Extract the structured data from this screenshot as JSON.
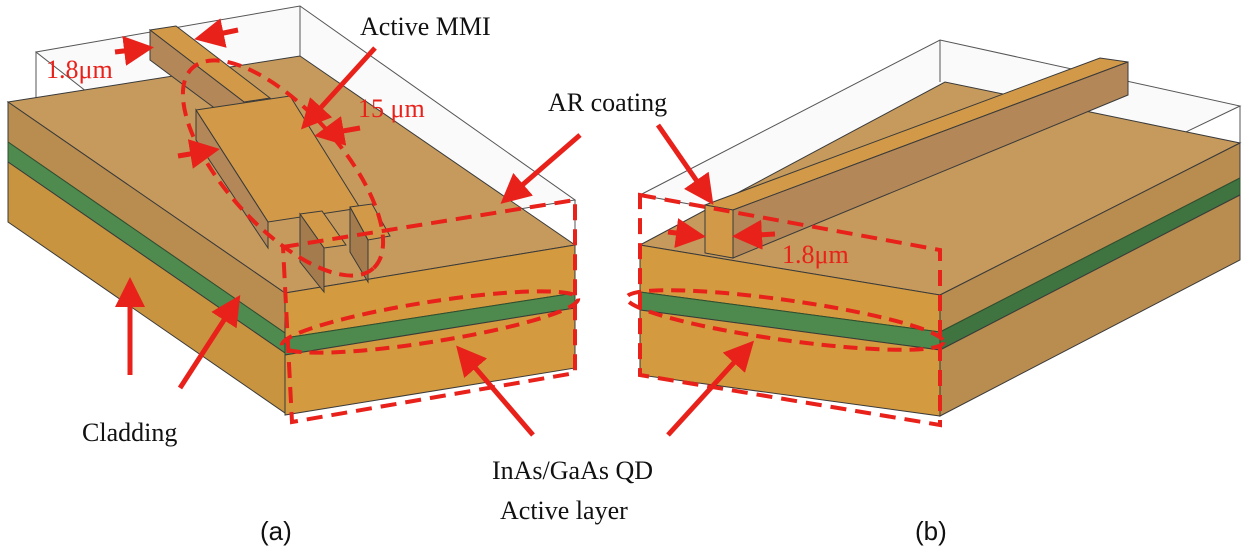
{
  "labels": {
    "active_mmi": "Active MMI",
    "ar_coating": "AR coating",
    "width_left": "1.8μm",
    "width_mmi": "15 μm",
    "width_right": "1.8μm",
    "cladding": "Cladding",
    "active_layer_line1": "InAs/GaAs QD",
    "active_layer_line2": "Active layer",
    "panel_a": "(a)",
    "panel_b": "(b)"
  },
  "colors": {
    "annotation": "#e8211b",
    "cladding_top": "#c69a5c",
    "cladding_front": "#d49a3f",
    "cladding_side": "#b78a4e",
    "active_layer": "#4e8a4d",
    "active_layer_side": "#3f7440",
    "ridge_top": "#d29a48",
    "ridge_shadow": "#b38757",
    "outline": "#3a3a3a",
    "transparent_box": "#ffffff"
  }
}
